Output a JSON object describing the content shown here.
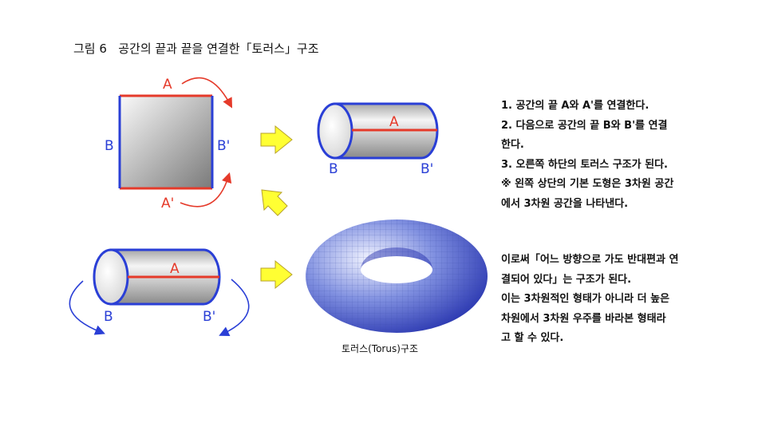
{
  "figure": {
    "title": "그림 6   공간의 끝과 끝을 연결한「토러스」구조"
  },
  "square": {
    "label_top": "A",
    "label_bottom": "A'",
    "label_left": "B",
    "label_right": "B'"
  },
  "cylinder_top": {
    "label_a": "A",
    "label_b": "B",
    "label_b_prime": "B'"
  },
  "cylinder_bottom": {
    "label_a": "A",
    "label_b": "B",
    "label_b_prime": "B'"
  },
  "torus": {
    "caption": "토러스(Torus)구조"
  },
  "steps": [
    "1. 공간의 끝 A와 A'를 연결한다.",
    "2. 다음으로 공간의 끝 B와 B'를 연결",
    "한다.",
    "3. 오른쪽 하단의 토러스 구조가 된다.",
    "※ 왼쪽 상단의 기본 도형은 3차원 공간",
    "에서 3차원 공간을 나타낸다."
  ],
  "summary": [
    "이로써「어느 방향으로 가도 반대편과 연",
    "결되어 있다」는 구조가 된다.",
    "이는 3차원적인 형태가 아니라 더 높은",
    "차원에서 3차원 우주를 바라본 형태라",
    "고 할 수 있다."
  ],
  "colors": {
    "red_edge": "#e53a2a",
    "blue_edge": "#2a3fd6",
    "arrow_fill": "#ffff33",
    "torus": "#2233bb"
  },
  "icons": {
    "block_arrow": "yellow-right-arrow",
    "curved_arrow": "curved-arrow"
  }
}
